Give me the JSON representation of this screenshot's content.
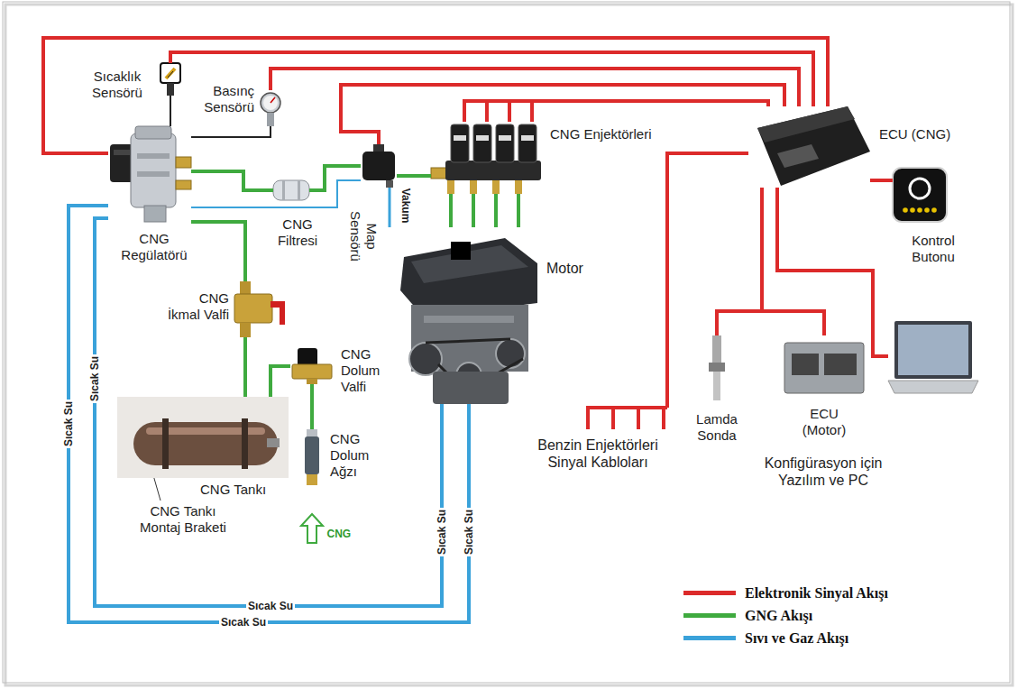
{
  "diagram": {
    "nodes": [
      {
        "text": [
          "Sıcaklık Sensörü"
        ]
      },
      {
        "text": [
          "Basınç Sensörü"
        ]
      },
      {
        "text": [
          "CNG Regülatörü"
        ]
      },
      {
        "text": [
          "CNG Filtresi"
        ]
      },
      {
        "text": [
          "Map Sensörü"
        ]
      },
      {
        "text": [
          "CNG Enjektörleri"
        ]
      },
      {
        "text": [
          "ECU (CNG)"
        ]
      },
      {
        "text": [
          "Kontrol Butonu"
        ]
      },
      {
        "text": [
          "Motor"
        ]
      },
      {
        "text": [
          "CNG İkmal Valfi"
        ]
      },
      {
        "text": [
          "CNG Dolum Valfi"
        ]
      },
      {
        "text": [
          "CNG Dolum Ağzı"
        ]
      },
      {
        "text": [
          "CNG Tankı"
        ]
      },
      {
        "text": [
          "Benzin Enjektörleri Sinyal Kabloları"
        ]
      },
      {
        "text": [
          "Lamda Sonda"
        ]
      },
      {
        "text": [
          "ECU (Motor)"
        ]
      },
      {
        "text": [
          "Konfigürasyon için Yazılım ve PC"
        ]
      }
    ],
    "edges": [
      {
        "from": 6,
        "to": 2,
        "arrow": "none"
      },
      {
        "from": 6,
        "to": 0,
        "arrow": "none"
      },
      {
        "from": 6,
        "to": 1,
        "arrow": "none"
      },
      {
        "from": 6,
        "to": 4,
        "arrow": "none"
      },
      {
        "from": 6,
        "to": 5,
        "arrow": "none"
      },
      {
        "from": 6,
        "to": 7,
        "arrow": "none"
      },
      {
        "from": 6,
        "to": 16,
        "arrow": "none"
      },
      {
        "from": 6,
        "to": 13,
        "arrow": "none"
      },
      {
        "from": 6,
        "to": 14,
        "arrow": "none"
      },
      {
        "from": 6,
        "to": 15,
        "arrow": "none"
      },
      {
        "from": 0,
        "to": 2,
        "arrow": "none"
      },
      {
        "from": 1,
        "to": 2,
        "arrow": "none"
      },
      {
        "from": 2,
        "to": 3,
        "arrow": "none"
      },
      {
        "from": 3,
        "to": 4,
        "arrow": "none"
      },
      {
        "from": 4,
        "to": 5,
        "arrow": "none"
      },
      {
        "from": 5,
        "to": 8,
        "arrow": "none"
      },
      {
        "from": 2,
        "to": 9,
        "arrow": "none"
      },
      {
        "from": 9,
        "to": 12,
        "arrow": "none"
      },
      {
        "from": 12,
        "to": 10,
        "arrow": "none"
      },
      {
        "from": 10,
        "to": 11,
        "arrow": "none"
      },
      {
        "from": 2,
        "to": 8,
        "arrow": "none"
      },
      {
        "from": 2,
        "to": 8,
        "arrow": "none"
      },
      {
        "from": 2,
        "to": 4,
        "arrow": "none"
      },
      {
        "from": 4,
        "to": 8,
        "arrow": "none"
      }
    ],
    "labels": [
      "Vakum",
      "CNG Tankı Montaj Braketi",
      "Sıcak Su",
      "Sıcak Su",
      "Sıcak Su",
      "Sıcak Su",
      "Sıcak Su",
      "Sıcak Su",
      "CNG"
    ],
    "legend": [
      {
        "text": "Elektronik Sinyal Akışı",
        "color": "#dc2a2a"
      },
      {
        "text": "GNG Akışı",
        "color": "#3faa3f"
      },
      {
        "text": "Sıvı ve Gaz Akışı",
        "color": "#3aa2da"
      }
    ]
  }
}
